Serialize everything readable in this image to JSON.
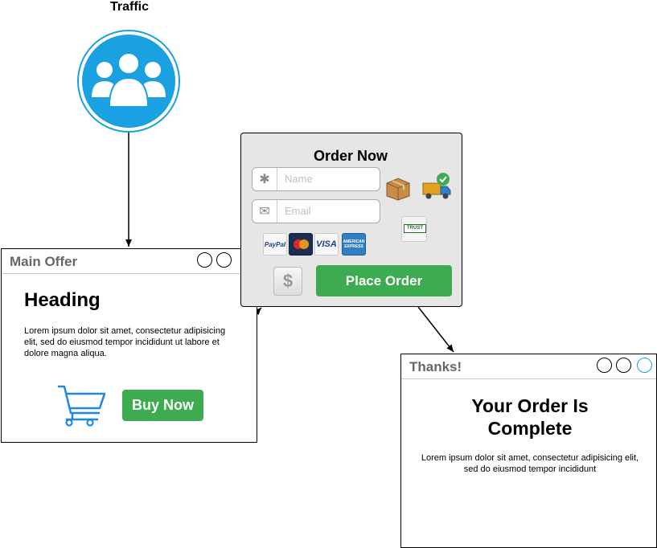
{
  "traffic": {
    "label": "Traffic",
    "icon": "users-group-icon",
    "color": "#1ba1e2"
  },
  "main_offer": {
    "title": "Main Offer",
    "heading": "Heading",
    "body": "Lorem ipsum dolor sit amet, consectetur adipisicing elit, sed do eiusmod tempor incididunt ut labore et dolore magna aliqua.",
    "cart_icon": "shopping-cart-icon",
    "button_label": "Buy Now"
  },
  "order_panel": {
    "title": "Order Now",
    "name_placeholder": "Name",
    "email_placeholder": "Email",
    "payment_icons": [
      "paypal-icon",
      "mastercard-icon",
      "visa-icon",
      "amex-icon"
    ],
    "paypal_label": "PayPal",
    "visa_label": "VISA",
    "amex_label": "AMERICAN EXPRESS",
    "trust_label": "TRUST",
    "dollar_symbol": "$",
    "button_label": "Place Order"
  },
  "thanks": {
    "title": "Thanks!",
    "heading": "Your Order Is Complete",
    "body": "Lorem ipsum dolor sit amet, consectetur adipisicing elit, sed do eiusmod tempor incididunt"
  },
  "colors": {
    "accent_blue": "#1ba1e2",
    "button_green": "#3dab50",
    "panel_gray": "#e6e6e6"
  }
}
